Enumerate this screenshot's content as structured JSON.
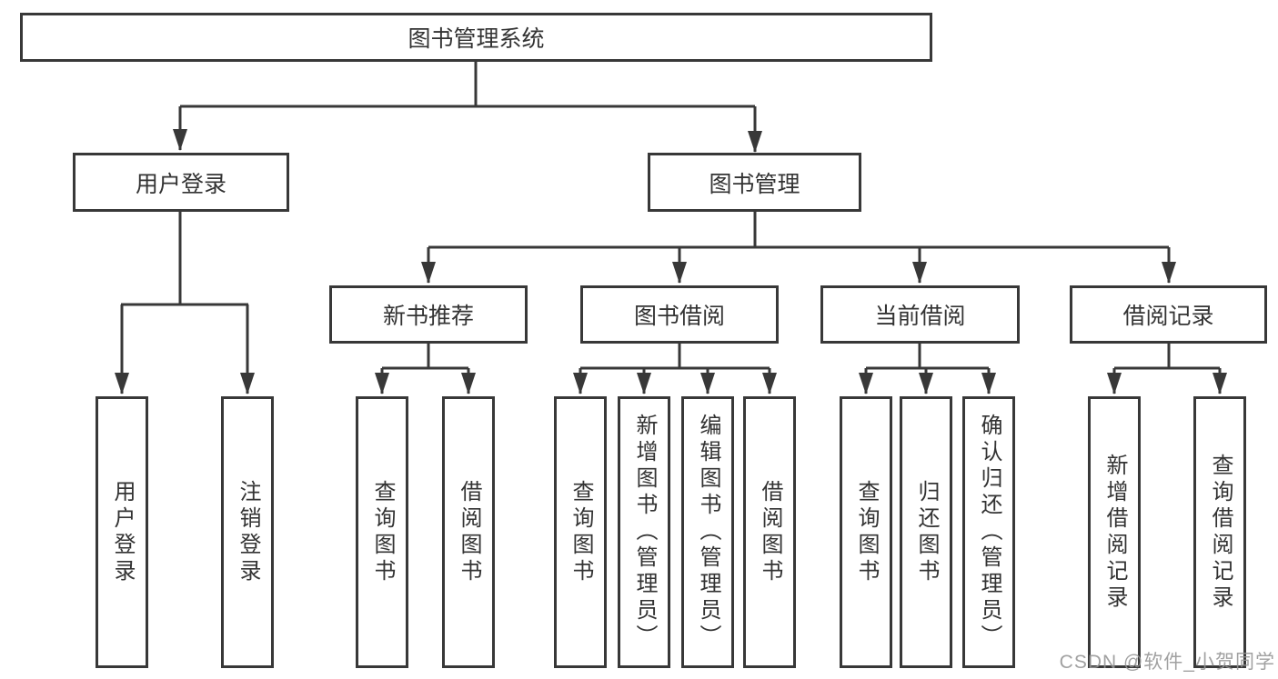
{
  "diagram": {
    "root_label": "图书管理系统",
    "level2": {
      "user_login": "用户登录",
      "book_mgmt": "图书管理"
    },
    "level3": {
      "new_books": "新书推荐",
      "book_borrow": "图书借阅",
      "current_borrow": "当前借阅",
      "borrow_records": "借阅记录"
    },
    "leaves": {
      "user_login": [
        "用户登录",
        "注销登录"
      ],
      "new_books": [
        "查询图书",
        "借阅图书"
      ],
      "book_borrow": [
        "查询图书",
        "新增图书（管理员）",
        "编辑图书（管理员）",
        "借阅图书"
      ],
      "current_borrow": [
        "查询图书",
        "归还图书",
        "确认归还（管理员）"
      ],
      "borrow_records": [
        "新增借阅记录",
        "查询借阅记录"
      ]
    }
  },
  "watermark": "CSDN @软件_小贺同学",
  "colors": {
    "background": "#ffffff",
    "line": "#383838",
    "box_border": "#383838",
    "box_fill": "#ffffff",
    "text": "#333333",
    "watermark": "#949494"
  }
}
